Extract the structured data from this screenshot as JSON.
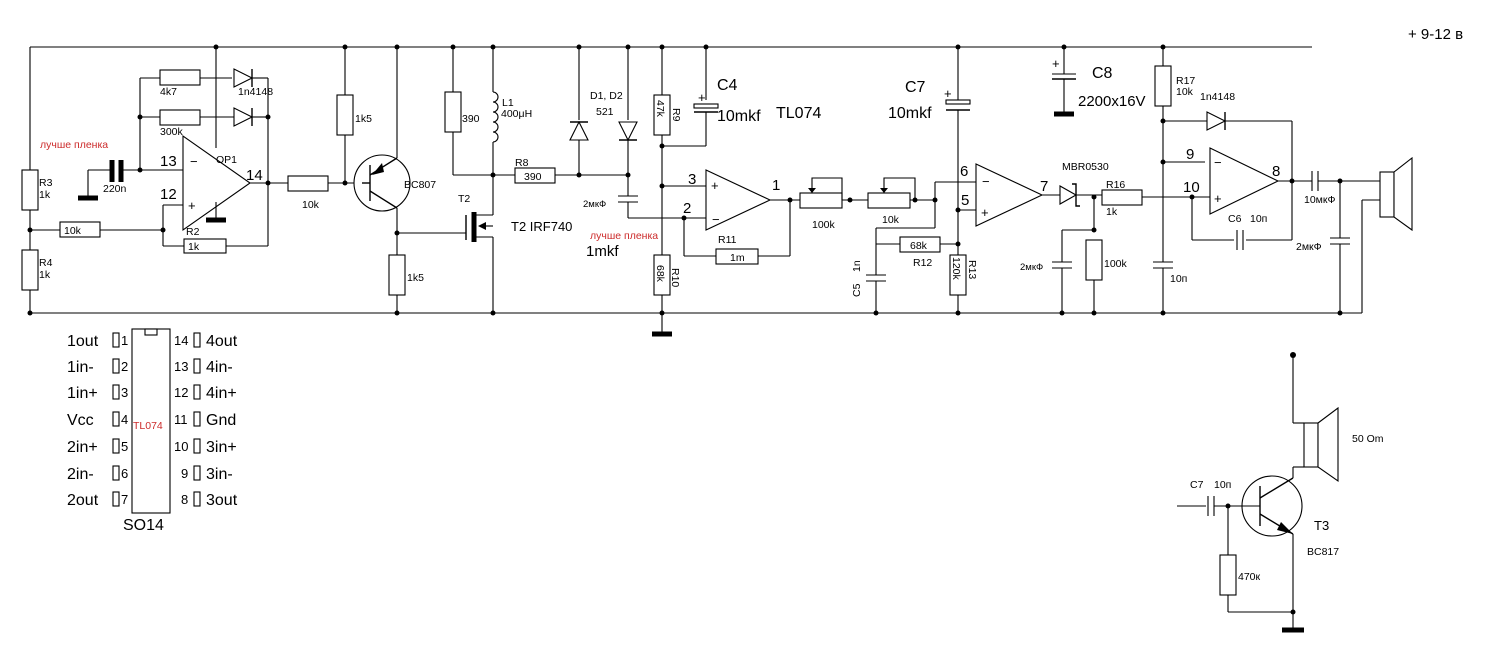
{
  "supply": "+ 9-12 в",
  "labels": {
    "r3_name": "R3",
    "r3_val": "1k",
    "r4_name": "R4",
    "r4_val": "1k",
    "r_4k7": "4k7",
    "d_1n4148_a": "1n4148",
    "r_300k": "300k",
    "film_note": "лучше пленка",
    "c_220n": "220n",
    "op1": "OP1",
    "pin13": "13",
    "pin12": "12",
    "pin14": "14",
    "r_10k_in": "10k",
    "r2_name": "R2",
    "r2_val": "1k",
    "r_10k_b": "10k",
    "r_1k5_top": "1k5",
    "r_1k5_bot": "1k5",
    "q_bc807": "BC807",
    "r_390": "390",
    "l1": "L1",
    "l1_val": "400μH",
    "r8": "R8",
    "r8_val": "390",
    "t2": "T2",
    "t2_full": "T2 IRF740",
    "d1d2": "D1, D2",
    "d_521": "521",
    "c_2mkf_a": "2мкФ",
    "film_note2": "лучше пленка",
    "c_1mkf": "1mkf",
    "r9": "R9",
    "r9_val": "47k",
    "c4": "C4",
    "c4_val": "10mkf",
    "tl074": "TL074",
    "pin3": "3",
    "pin2": "2",
    "pin1": "1",
    "r11": "R11",
    "r11_val": "1m",
    "r10": "R10",
    "r10_val": "68k",
    "pot_100k": "100k",
    "pot_10k": "10k",
    "c7": "C7",
    "c7_val": "10mkf",
    "r_68k": "68k",
    "r12": "R12",
    "c5": "C5",
    "c5_val": "1n",
    "r13": "R13",
    "r13_val": "120k",
    "pin6": "6",
    "pin5": "5",
    "pin7": "7",
    "mbr": "MBR0530",
    "r16": "R16",
    "r16_val": "1k",
    "c_2mkf_b": "2мкФ",
    "r_100k": "100k",
    "c8": "C8",
    "c8_val": "2200x16V",
    "r17": "R17",
    "r17_val": "10k",
    "d_1n4148_b": "1n4148",
    "pin9": "9",
    "pin10": "10",
    "pin8": "8",
    "c6": "C6",
    "c6_val": "10п",
    "c_10n": "10п",
    "c_10mkf": "10мкФ",
    "c_2mkf_c": "2мкФ",
    "spk_50": "50 Om",
    "c7b": "C7",
    "c7b_val": "10п",
    "t3": "T3",
    "q_bc817": "BC817",
    "r_470k": "470к"
  },
  "ic": {
    "left": [
      {
        "name": "1out",
        "num": "1"
      },
      {
        "name": "1in-",
        "num": "2"
      },
      {
        "name": "1in+",
        "num": "3"
      },
      {
        "name": "Vcc",
        "num": "4"
      },
      {
        "name": "2in+",
        "num": "5"
      },
      {
        "name": "2in-",
        "num": "6"
      },
      {
        "name": "2out",
        "num": "7"
      }
    ],
    "right": [
      {
        "name": "4out",
        "num": "14"
      },
      {
        "name": "4in-",
        "num": "13"
      },
      {
        "name": "4in+",
        "num": "12"
      },
      {
        "name": "Gnd",
        "num": "11"
      },
      {
        "name": "3in+",
        "num": "10"
      },
      {
        "name": "3in-",
        "num": "9"
      },
      {
        "name": "3out",
        "num": "8"
      }
    ],
    "chip": "TL074",
    "package": "SO14"
  }
}
